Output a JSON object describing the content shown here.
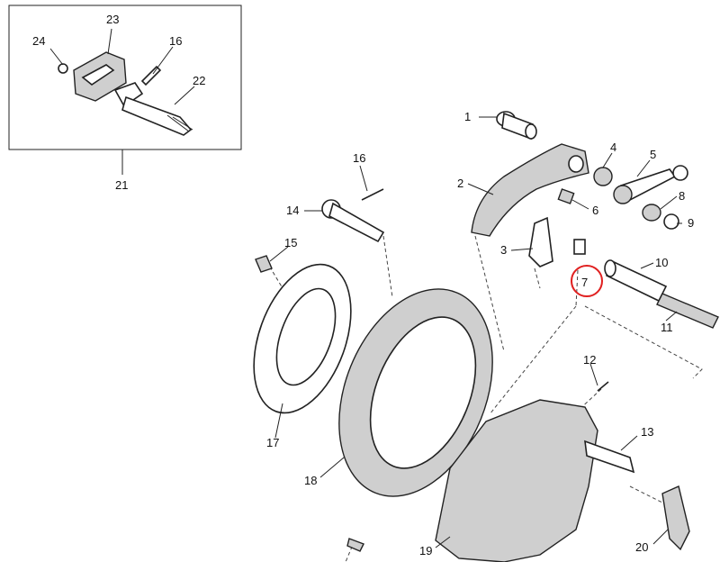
{
  "diagram": {
    "inset_labels": [
      "23",
      "24",
      "16",
      "22",
      "21"
    ],
    "labels": {
      "l1": "1",
      "l2": "2",
      "l3": "3",
      "l4": "4",
      "l5": "5",
      "l6": "6",
      "l7": "7",
      "l8": "8",
      "l9": "9",
      "l10": "10",
      "l11": "11",
      "l12": "12",
      "l13": "13",
      "l14": "14",
      "l15": "15",
      "l16": "16",
      "l17": "17",
      "l18": "18",
      "l19": "19",
      "l20": "20",
      "l21": "21",
      "l22": "22",
      "l23": "23",
      "l24": "24",
      "l16b": "16"
    },
    "highlight": {
      "label": "7",
      "color": "#e02020"
    }
  }
}
